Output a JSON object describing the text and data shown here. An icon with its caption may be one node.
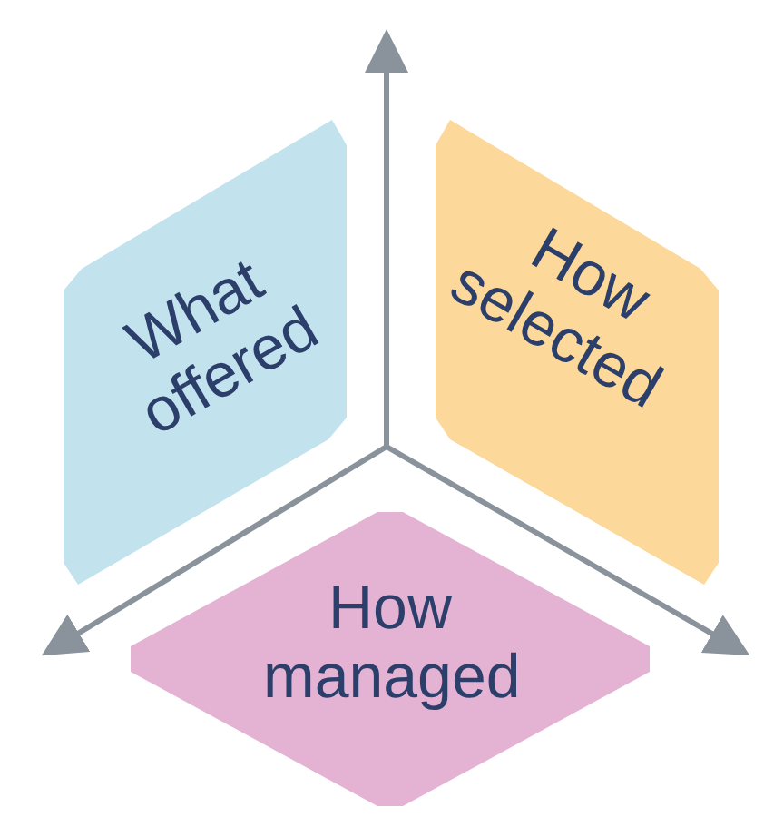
{
  "diagram": {
    "nodes": [
      {
        "text": [
          "What offered"
        ]
      },
      {
        "text": [
          "How selected"
        ]
      },
      {
        "text": [
          "How managed"
        ]
      }
    ]
  }
}
